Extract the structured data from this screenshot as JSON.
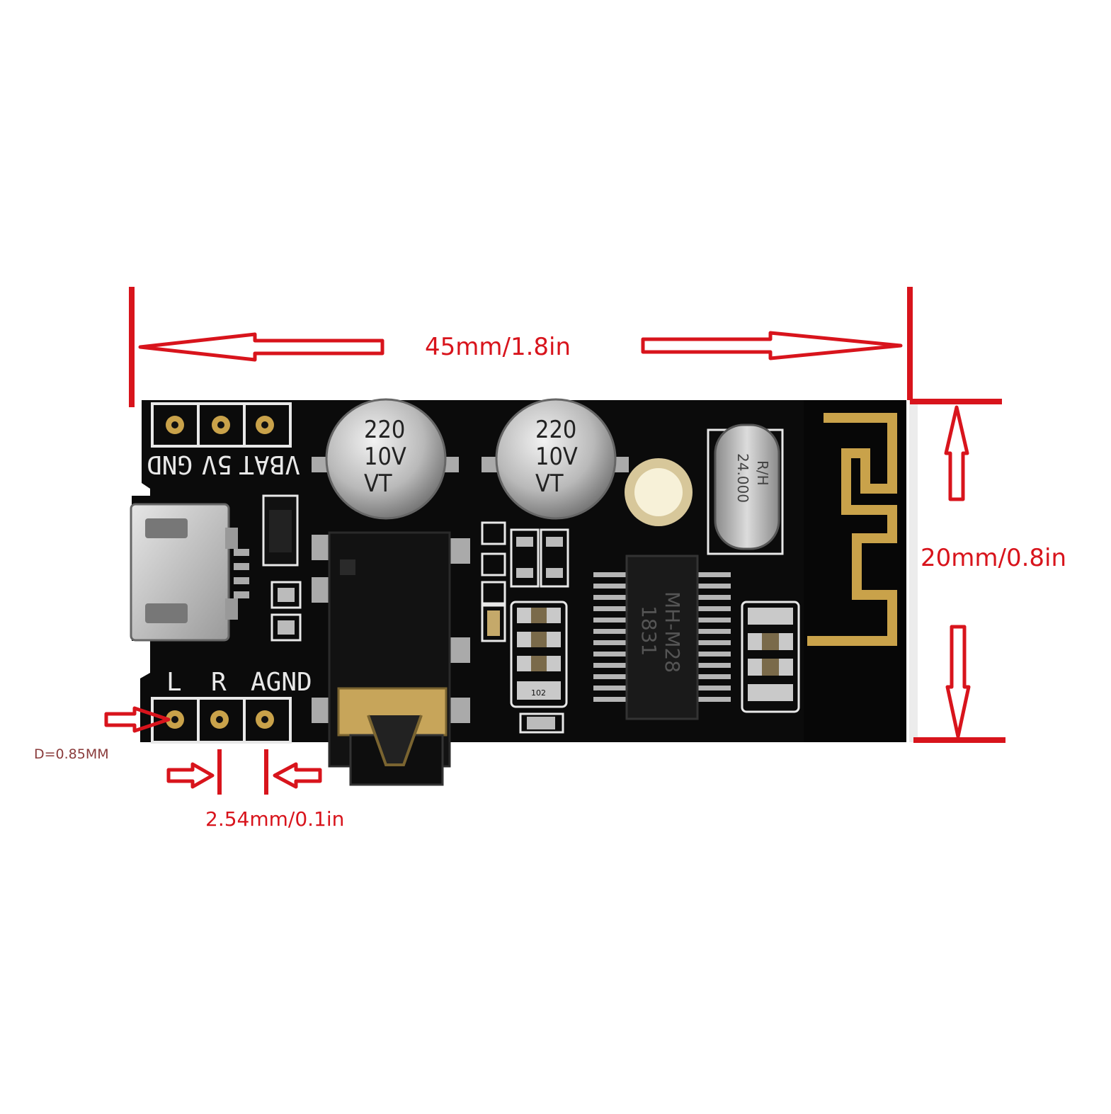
{
  "dimensions": {
    "width_label": "45mm/1.8in",
    "height_label": "20mm/0.8in",
    "pin_pitch_label": "2.54mm/0.1in",
    "hole_diameter_label": "D=0.85MM"
  },
  "board": {
    "power_pins": [
      "VBAT",
      "5V",
      "GND"
    ],
    "audio_pins": [
      "L",
      "R",
      "AGND"
    ],
    "capacitor_1": {
      "line1": "220",
      "line2": "10V",
      "line3": "VT"
    },
    "capacitor_2": {
      "line1": "220",
      "line2": "10V",
      "line3": "VT"
    },
    "crystal": {
      "line1": "R/H",
      "line2": "24.000"
    },
    "chip": {
      "line1": "MH-M28",
      "line2": "1831"
    },
    "resistor_code": "102"
  },
  "colors": {
    "annotation": "#d8141c",
    "pcb": "#0b0b0b",
    "silkscreen": "#e8e8e8",
    "gold": "#c9a24a",
    "metal": "#b8b8b8",
    "diameter_text": "#8a3b3b"
  }
}
